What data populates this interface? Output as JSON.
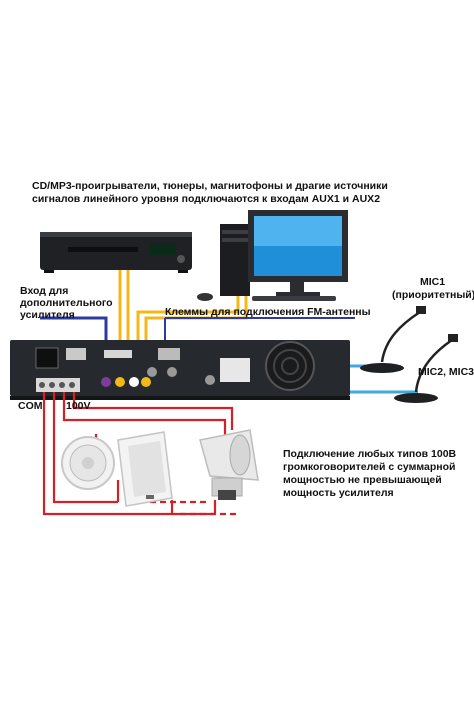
{
  "labels": {
    "sources_line1": "CD/MP3-проигрыватели, тюнеры, магнитофоны и драгие источники",
    "sources_line2": "сигналов линейного уровня подключаются к входам AUX1 и AUX2",
    "ext_amp_line1": "Вход для",
    "ext_amp_line2": "дополнительного",
    "ext_amp_line3": "усилителя",
    "fm_terminals": "Клеммы для подключения FM-антенны",
    "mic1": "MIC1",
    "mic1_priority": "(приоритетный)",
    "mic23": "MIC2, MIC3",
    "com": "COM",
    "v100": "100V",
    "speakers_line1": "Подключение любых типов 100В",
    "speakers_line2": "громкоговорителей с суммарной",
    "speakers_line3": "мощностью не превышающей",
    "speakers_line4": "мощность усилителя"
  },
  "colors": {
    "wire_red": "#d62027",
    "wire_yellow": "#f2b818",
    "wire_blue": "#2e3a9e",
    "wire_lightblue": "#3fa9dc",
    "chassis": "#26292d"
  }
}
